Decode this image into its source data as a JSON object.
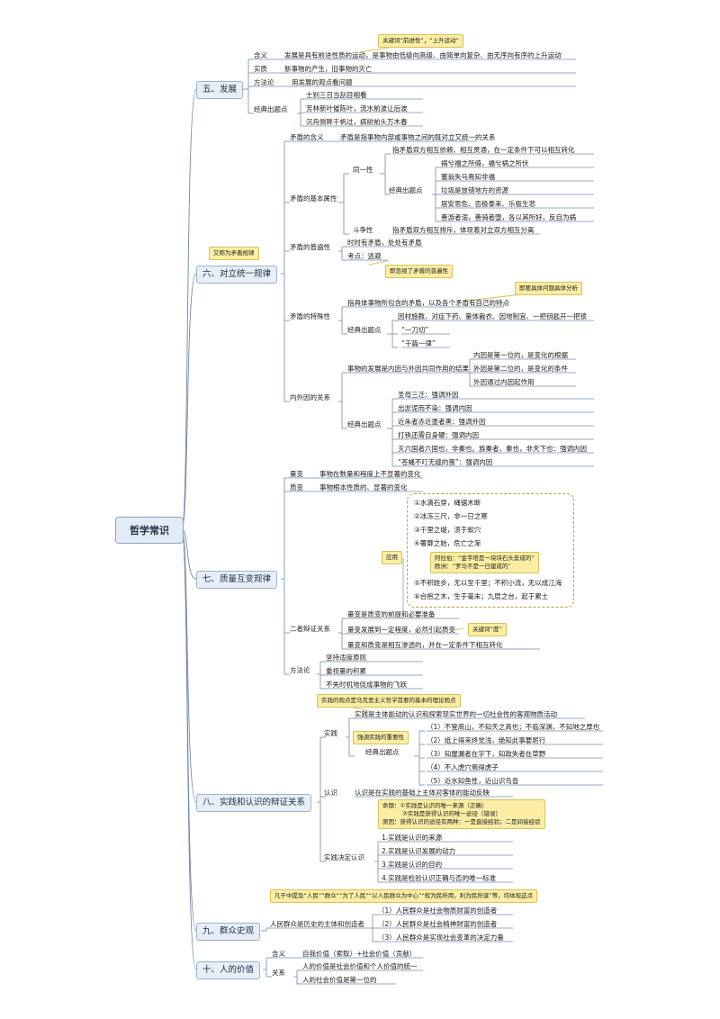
{
  "root": "哲学常识",
  "s5": {
    "title": "五、发展",
    "hanyi_label": "含义",
    "hanyi": "发展是具有前进性质的运动，是事物由低级向高级、由简单向复杂、由无序向有序的上升运动",
    "note_keyword": "关键词“前进性”，“上升运动”",
    "shizhi_label": "实质",
    "shizhi": "新事物的产生，旧事物的灭亡",
    "fangfalun_label": "方法论",
    "fangfalun": "用发展的观点看问题",
    "jingdian_label": "经典出题点",
    "examples": [
      "士别三日当刮目相看",
      "芳林新叶催陈叶，流水前波让后波",
      "沉舟侧畔千帆过，病树前头万木春"
    ]
  },
  "s6": {
    "title": "六、对立统一规律",
    "note_alias": "又称为矛盾规律",
    "hanyi_label": "矛盾的含义",
    "hanyi": "矛盾是指事物内部或事物之间的既对立又统一的关系",
    "jiben_label": "矛盾的基本属性",
    "tongyi_label": "同一性",
    "tongyi": "指矛盾双方相互依赖、相互贯通，在一定条件下可以相互转化",
    "tongyi_jd_label": "经典出题点",
    "tongyi_examples": [
      "祸兮福之所倚，福兮祸之所伏",
      "塞翁失马焉知非福",
      "垃圾是放错地方的资源",
      "居安思危、否极泰来、乐极生悲",
      "善游者溺，善骑者堕，各以其所好，反自为祸"
    ],
    "douzheng_label": "斗争性",
    "douzheng": "指矛盾双方相互排斥，体现着对立双方相互分离",
    "pubian_label": "矛盾的普遍性",
    "pubian": "时时有矛盾，处处有矛盾",
    "kaodian_label": "考点：逃避",
    "note_pubian": "即忽视了矛盾的普遍性",
    "teshu_label": "矛盾的特殊性",
    "teshu": "指具体事物所包含的矛盾，以及各个矛盾有自己的特点",
    "note_teshu": "即要具体问题具体分析",
    "teshu_jd_label": "经典出题点",
    "teshu_examples": [
      "因材施教、对症下药、量体裁衣、因地制宜、一把钥匙开一把锁",
      "“一刀切”",
      "“千篇一律”"
    ],
    "neiwai_label": "内外因的关系",
    "neiwai": "事物的发展是内因与外因共同作用的结果",
    "neiwai_items": [
      "内因是第一位的，是变化的根据",
      "外因是第二位的，是变化的条件",
      "外因通过内因起作用"
    ],
    "neiwai_jd_label": "经典出题点",
    "neiwai_examples": [
      "圣母三迁：强调外因",
      "出淤泥而不染：强调内因",
      "近朱者赤近墨者黑：强调外因",
      "打铁还需自身硬：强调内因",
      "灭六国者六国也，非秦也。族秦者，秦也，非天下也：强调内因",
      "“苍蝇不叮无缝的蛋”：强调内因"
    ]
  },
  "s7": {
    "title": "七、质量互变规律",
    "liangbian_label": "量变",
    "liangbian": "事物在数量和程度上不显著的变化",
    "zhibian_label": "质变",
    "zhibian": "事物根本性质的、显著的变化",
    "yingyong_label": "应用",
    "apps": [
      "①水滴石穿，绳锯木断",
      "②冰冻三尺，非一日之寒",
      "③千里之堤，溃于蚁穴",
      "④奢靡之始，危亡之渐",
      "⑤不积跬步，无以至千里；不积小流，无以成江海",
      "⑥合抱之木，生于毫末；九层之台，起于累土"
    ],
    "note_apps_1": "阿拉伯：“金字塔是一块块石头垒成的”",
    "note_apps_2": "欧洲：“罗马不是一日建成的”",
    "erzhe_label": "二者辩证关系",
    "erzhe_items": [
      "量变是质变的前提和必要准备",
      "量变发展到一定程度，必然引起质变",
      "量变和质变是相互渗透的，并在一定条件下相互转化"
    ],
    "note_du": "关键词“度”",
    "fangfalun_label": "方法论",
    "fangfalun_items": [
      "坚持适度原则",
      "重视量的积累",
      "不失时机地促成事物的飞跃"
    ]
  },
  "s8": {
    "title": "八、实践和认识的辩证关系",
    "note_core": "实践的观点是马克思主义哲学首要的基本的理论观点",
    "shijian_label": "实践",
    "shijian": "实践是主体能动的认识和探索现实世界的一切社会性的客观物质活动",
    "note_important": "强调实践的重要性",
    "shijian_jd_label": "经典出题点",
    "shijian_examples": [
      "（1）不登高山，不知天之高也；不临深渊，不知地之厚也",
      "（2）纸上得来终觉浅，绝知此事要躬行",
      "（3）知屋漏者在宇下，知政失者在草野",
      "（4）不入虎穴焉得虎子",
      "（5）近水知鱼性，近山识鸟音"
    ],
    "renshi_label": "认识",
    "renshi": "认识是在实践的基础上主体对客体的能动反映",
    "note_mingti_1": "命题：①实践是认识的唯一来源（正确）",
    "note_mingti_2": "②实践是获得认识的唯一途径（错误）",
    "note_mingti_3": "原因：获得认识的途径有两种：一是直接经验；二是间接经验",
    "jueding_label": "实践决定认识",
    "jueding_items": [
      "1.实践是认识的来源",
      "2.实践是认识发展的动力",
      "3.实践是认识的目的",
      "4.实践是检验认识正确与否的唯一标准"
    ]
  },
  "s9": {
    "title": "九、群众史观",
    "note_cadre": "凡干中提及“人民”“群众”“为了人民”“以人民群众为中心”“权为民所用，利为民所谋”等，均体现这点",
    "main_label": "人民群众是历史的主体和创造者",
    "items": [
      "（1）人民群众是社会物质财富的创造者",
      "（2）人民群众是社会精神财富的创造者",
      "（3）人民群众是实现社会变革的决定力量"
    ]
  },
  "s10": {
    "title": "十、人的价值",
    "hanyi_label": "含义",
    "hanyi": "自我价值（索取）+社会价值（贡献）",
    "guanxi_label": "关系",
    "guanxi_items": [
      "人的价值是社会价值和个人价值的统一",
      "人的社会价值是第一位的"
    ]
  }
}
